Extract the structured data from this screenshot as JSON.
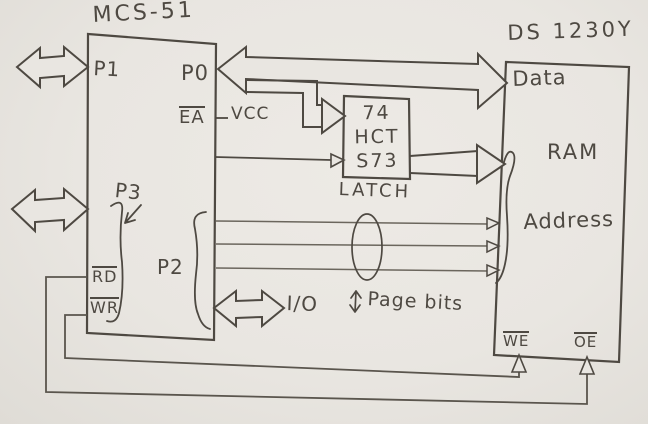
{
  "colors": {
    "paper": "#e9e6e1",
    "ink": "#4e4942",
    "ink_light": "#6b665d"
  },
  "mcu": {
    "title": "MCS-51",
    "p1": "P1",
    "p0": "P0",
    "ea": "EA",
    "p3": "P3",
    "p2": "P2",
    "rd": "RD",
    "wr": "WR"
  },
  "latch": {
    "line1": "74",
    "line2": "HCT",
    "line3": "S73",
    "caption": "LATCH"
  },
  "ram": {
    "title": "DS 1230Y",
    "data": "Data",
    "name": "RAM",
    "address": "Address",
    "we": "WE",
    "oe": "OE"
  },
  "signals": {
    "vcc": "VCC",
    "io": "I/O",
    "page_bits": "Page bits"
  }
}
